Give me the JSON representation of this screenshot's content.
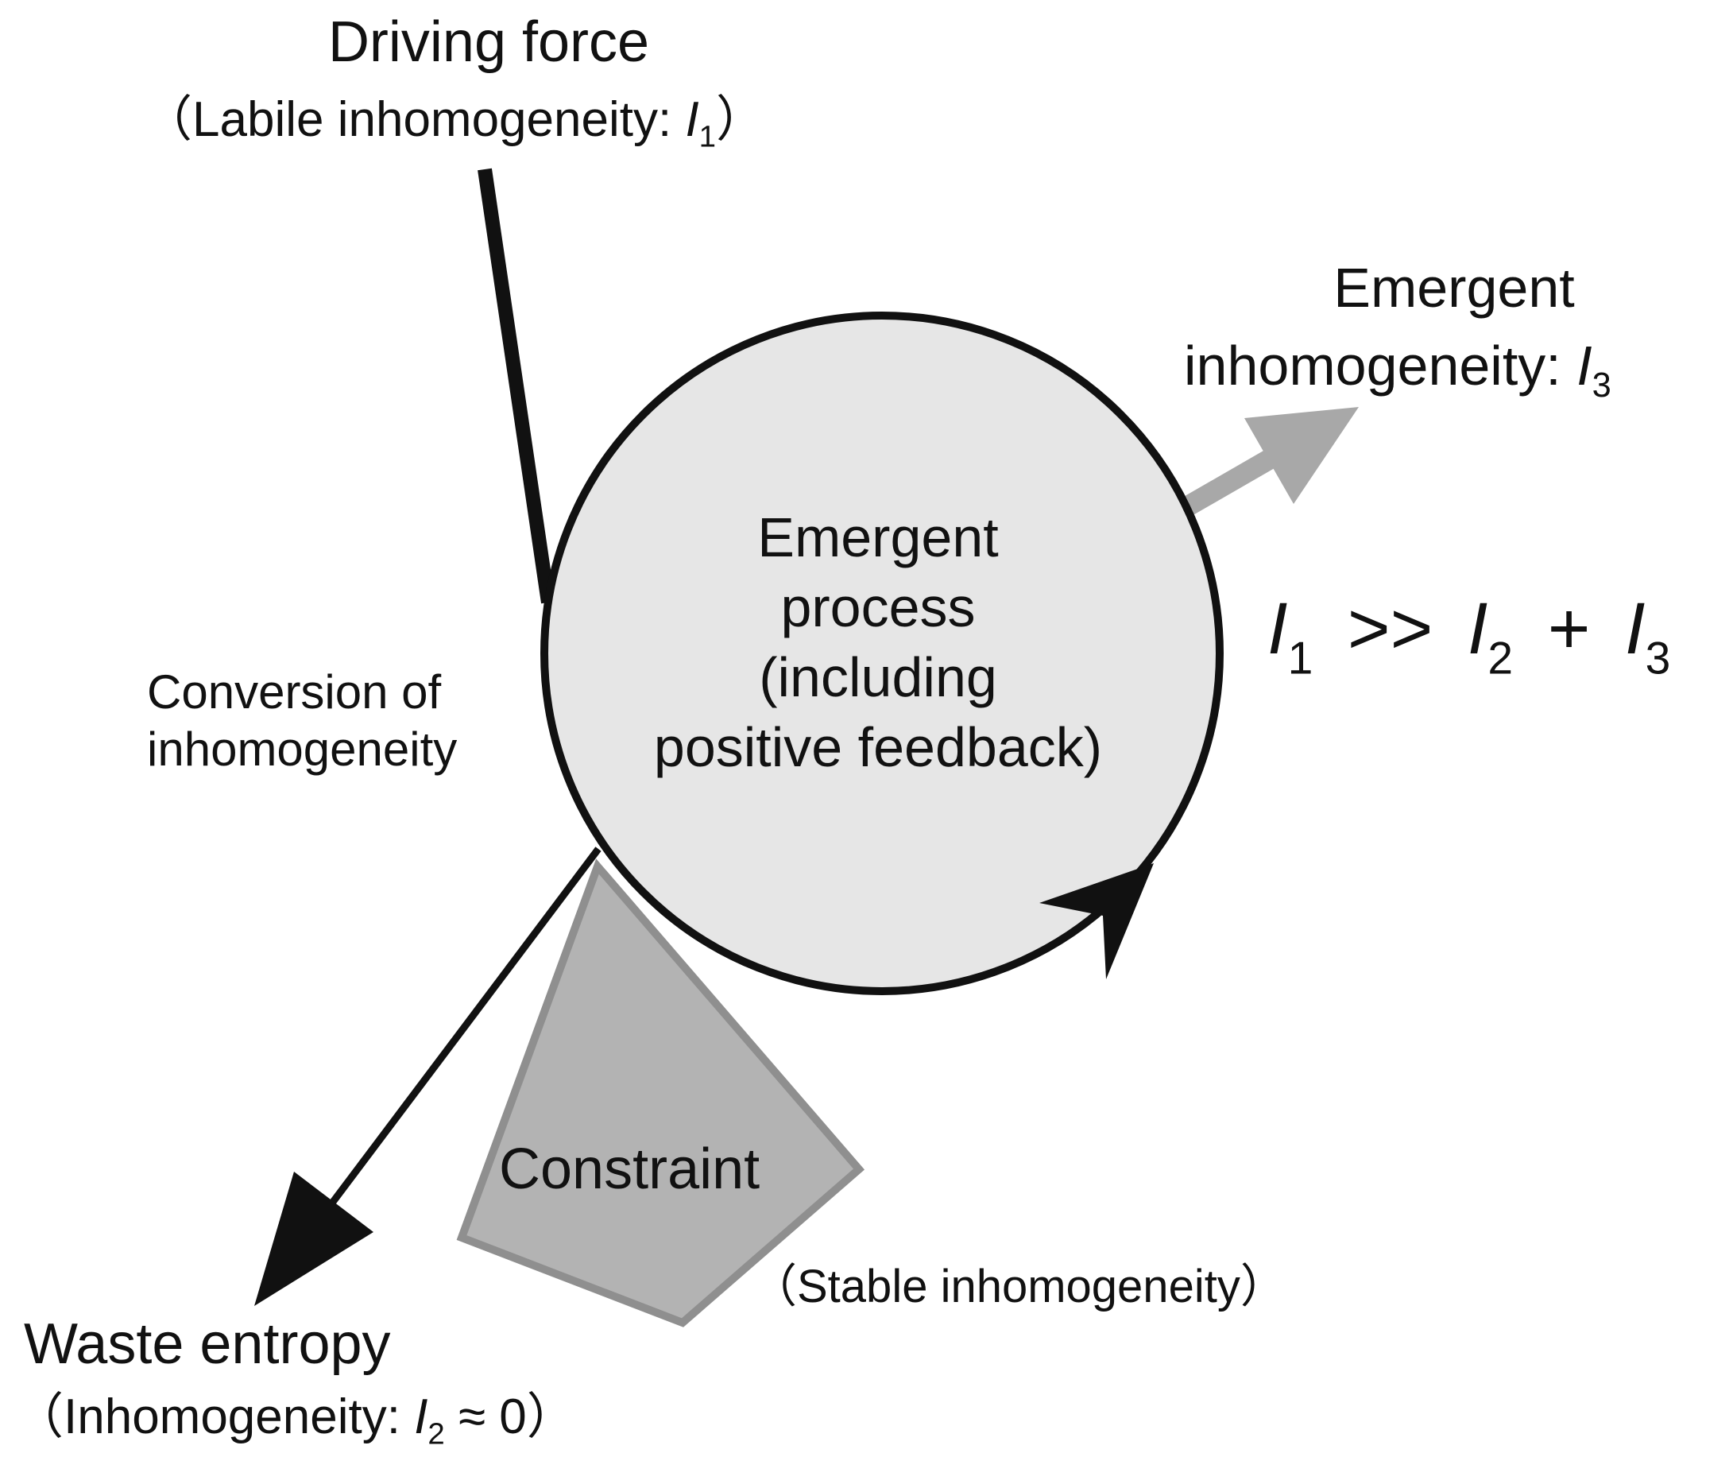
{
  "driving_force": {
    "title": "Driving force",
    "subtitle_prefix": "（Labile inhomogeneity: ",
    "var": "I",
    "sub": "1",
    "subtitle_suffix": "）"
  },
  "emergent_inhomogeneity": {
    "line1": "Emergent",
    "line2_prefix": "inhomogeneity: ",
    "var": "I",
    "sub": "3"
  },
  "center": {
    "lines": [
      "Emergent",
      "process",
      "(including",
      "positive feedback)"
    ]
  },
  "equation": {
    "var": "I",
    "s1": "1",
    "op1": ">>",
    "s2": "2",
    "op2": "+",
    "s3": "3"
  },
  "conversion": {
    "lines": [
      "Conversion of",
      "inhomogeneity"
    ]
  },
  "constraint": {
    "label": "Constraint",
    "subtitle": "（Stable inhomogeneity）"
  },
  "waste": {
    "title": "Waste entropy",
    "subtitle_prefix": "（Inhomogeneity: ",
    "var": "I",
    "sub": "2",
    "subtitle_suffix": " ≈ 0）"
  },
  "colors": {
    "circle_fill": "#e6e6e6",
    "stroke": "#111111",
    "gray_arrow": "#a8a8a8",
    "constraint_fill": "#b3b3b3",
    "constraint_stroke": "#8f8f8f"
  }
}
